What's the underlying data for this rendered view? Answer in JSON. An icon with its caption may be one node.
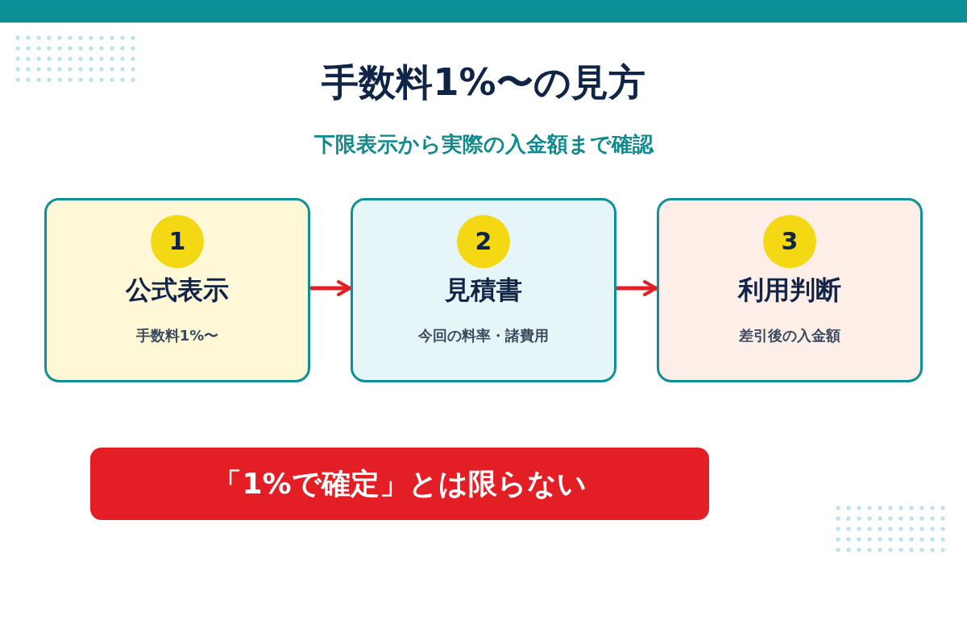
{
  "diagram": {
    "title": "手数料1%〜の見方",
    "nodes": [
      {
        "text": [
          "1",
          "公式表示",
          "手数料1%〜"
        ]
      },
      {
        "text": [
          "2",
          "見積書",
          "今回の料率・諸費用"
        ]
      },
      {
        "text": [
          "3",
          "利用判断",
          "差引後の入金額"
        ]
      },
      {
        "text": [
          "「1%で確定」とは限らない"
        ]
      }
    ],
    "edges": [
      {
        "from": 0,
        "to": 1,
        "arrow": "to"
      },
      {
        "from": 1,
        "to": 2,
        "arrow": "to"
      }
    ],
    "labels": [
      "下限表示から実際の入金額まで確認"
    ]
  }
}
